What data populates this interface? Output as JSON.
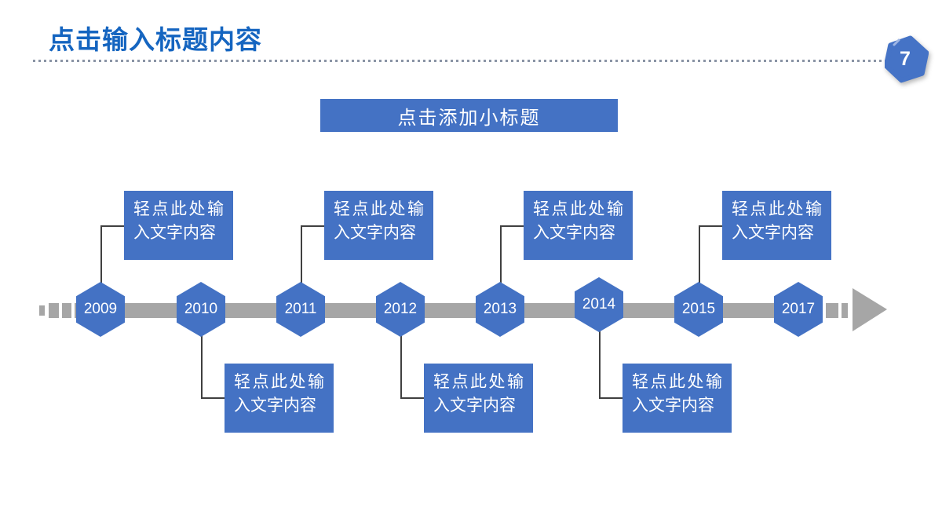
{
  "slide": {
    "title": "点击输入标题内容",
    "page_number": "7",
    "subtitle": "点击添加小标题"
  },
  "timeline": {
    "type": "timeline",
    "direction": "left-to-right",
    "milestones": [
      {
        "year": "2009",
        "note": "轻点此处输入文字内容",
        "note_position": "top"
      },
      {
        "year": "2010",
        "note": "轻点此处输入文字内容",
        "note_position": "bottom"
      },
      {
        "year": "2011",
        "note": "轻点此处输入文字内容",
        "note_position": "top"
      },
      {
        "year": "2012",
        "note": "轻点此处输入文字内容",
        "note_position": "bottom"
      },
      {
        "year": "2013",
        "note": "轻点此处输入文字内容",
        "note_position": "top"
      },
      {
        "year": "2014",
        "note": "轻点此处输入文字内容",
        "note_position": "bottom"
      },
      {
        "year": "2015",
        "note": "轻点此处输入文字内容",
        "note_position": "top"
      },
      {
        "year": "2017",
        "note": "",
        "note_position": "none"
      }
    ]
  },
  "colors": {
    "title_blue": "#1565C0",
    "accent_blue": "#4472C4",
    "timeline_gray": "#A6A6A6",
    "connector_gray": "#404040",
    "dotted_rule_gray": "#8A94A5",
    "text_on_accent": "#FFFFFF"
  },
  "icons": {
    "page_badge": "hexagon-badge",
    "timeline_end": "right-arrowhead"
  }
}
